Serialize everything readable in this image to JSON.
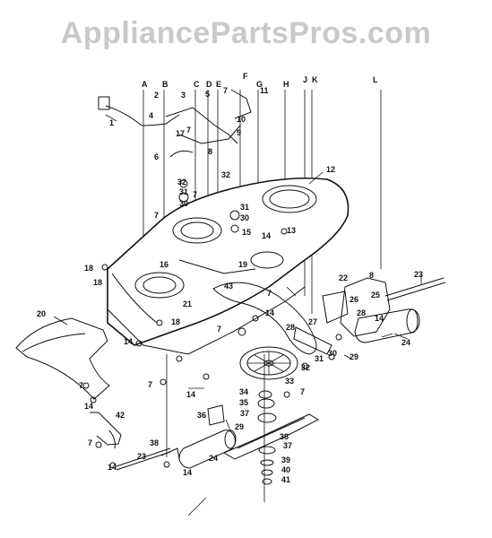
{
  "watermark": "AppliancePartsPros.com",
  "column_letters": [
    "A",
    "B",
    "C",
    "D",
    "E",
    "F",
    "G",
    "H",
    "J",
    "K",
    "L"
  ],
  "part_labels": [
    "1",
    "2",
    "3",
    "4",
    "5",
    "6",
    "7",
    "8",
    "9",
    "10",
    "11",
    "12",
    "13",
    "14",
    "15",
    "16",
    "17",
    "18",
    "19",
    "20",
    "21",
    "22",
    "23",
    "24",
    "25",
    "26",
    "27",
    "28",
    "29",
    "30",
    "31",
    "32",
    "33",
    "34",
    "35",
    "36",
    "37",
    "38",
    "39",
    "40",
    "41",
    "42",
    "43"
  ]
}
